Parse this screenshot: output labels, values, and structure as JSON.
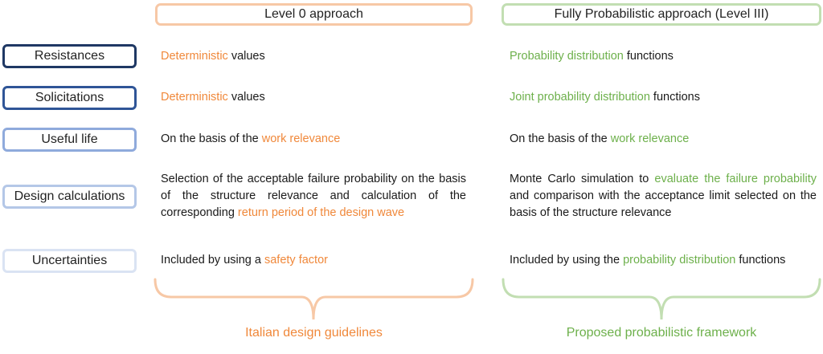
{
  "headers": {
    "level0": "Level 0 approach",
    "level3": "Fully Probabilistic approach (Level III)"
  },
  "colors": {
    "orange": "#f0883a",
    "orange_border": "#f7c8a6",
    "green": "#6db04b",
    "green_border": "#c2deb2",
    "row_dark": "#1f3864",
    "row_mid": "#2f5597",
    "row_light": "#8faadc",
    "row_lighter": "#b4c7e7",
    "row_lightest": "#dae3f3"
  },
  "rows": [
    {
      "label": "Resistances",
      "level0": {
        "highlight": "Deterministic",
        "after": " values"
      },
      "level3": {
        "highlight": "Probability distribution",
        "after": " functions"
      }
    },
    {
      "label": "Solicitations",
      "level0": {
        "highlight": "Deterministic",
        "after": " values"
      },
      "level3": {
        "highlight": "Joint probability distribution",
        "after": " functions"
      }
    },
    {
      "label": "Useful life",
      "level0": {
        "before": "On the basis of the ",
        "highlight": "work relevance"
      },
      "level3": {
        "before": "On the basis of the ",
        "highlight": "work relevance"
      }
    },
    {
      "label": "Design calculations",
      "level0": {
        "before": "Selection of the acceptable failure probability on the basis of the structure relevance and calculation of the corresponding ",
        "highlight": "return period of the design wave"
      },
      "level3": {
        "before": "Monte Carlo simulation to ",
        "highlight": "evaluate the failure probability",
        "after": " and comparison with the acceptance limit selected on the basis of the structure relevance"
      }
    },
    {
      "label": "Uncertainties",
      "level0": {
        "before": "Included by using a ",
        "highlight": "safety factor"
      },
      "level3": {
        "before": "Included by using the ",
        "highlight": "probability distribution",
        "after": " functions"
      }
    }
  ],
  "footers": {
    "level0": "Italian design guidelines",
    "level3": "Proposed probabilistic framework"
  }
}
